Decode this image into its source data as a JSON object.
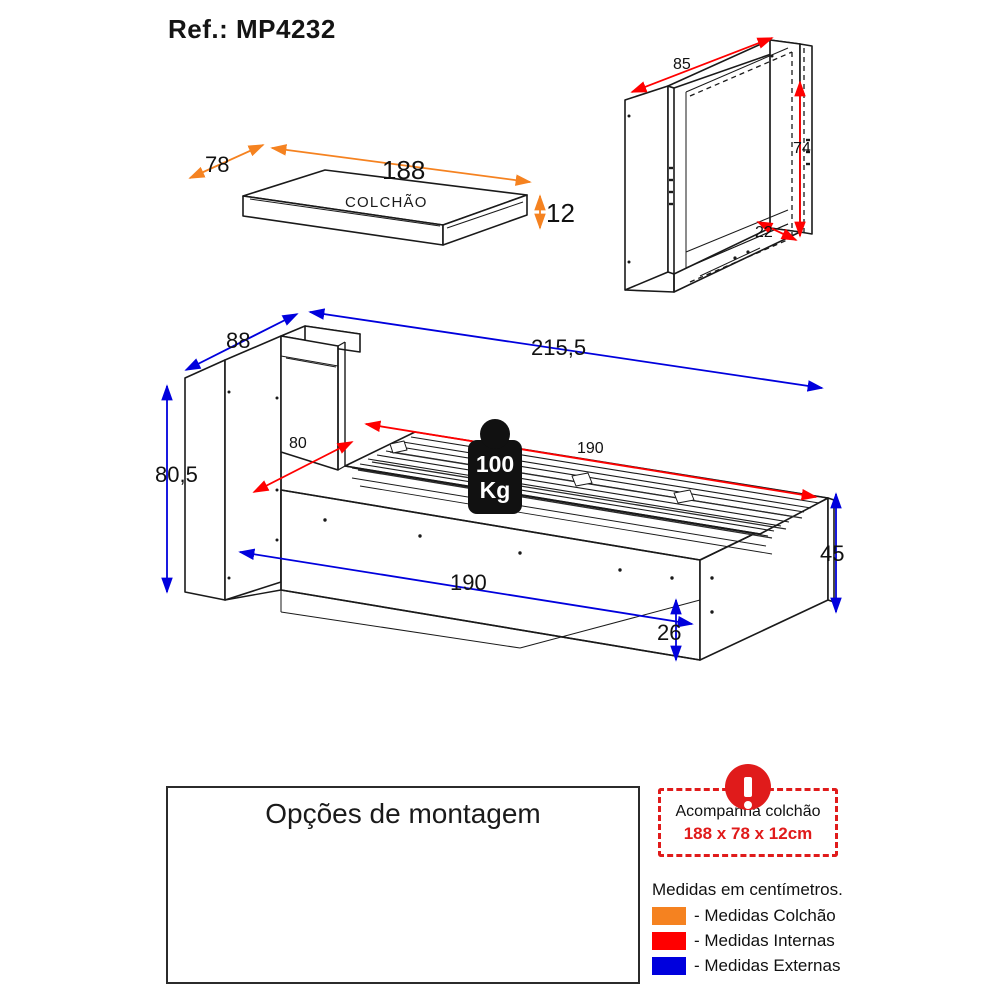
{
  "title": "Ref.: MP4232",
  "mattress": {
    "label": "COLCHÃO",
    "width_dim": "78",
    "length_dim": "188",
    "height_dim": "12"
  },
  "frame_upright": {
    "inner_width": "85",
    "inner_height": "74",
    "inner_depth": "22"
  },
  "bed_main": {
    "headboard_depth": "88",
    "total_length": "215,5",
    "total_height": "80,5",
    "inner_width": "80",
    "inner_length_red": "190",
    "base_length_blue": "190",
    "side_height": "45",
    "clearance": "26",
    "weight_top": "100",
    "weight_bottom": "Kg"
  },
  "assembly": {
    "title": "Opções de montagem"
  },
  "warning": {
    "line1": "Acompanha colchão",
    "line2": "188 x 78 x 12cm",
    "icon": "exclamation-icon"
  },
  "legend": {
    "heading": "Medidas em centímetros.",
    "items": [
      {
        "color": "#F58220",
        "label": "- Medidas Colchão"
      },
      {
        "color": "#FF0000",
        "label": "- Medidas Internas"
      },
      {
        "color": "#0000DD",
        "label": "- Medidas Externas"
      }
    ]
  },
  "colors": {
    "orange": "#F58220",
    "red": "#FF0000",
    "blue": "#0000DD",
    "line": "#1a1a1a"
  }
}
